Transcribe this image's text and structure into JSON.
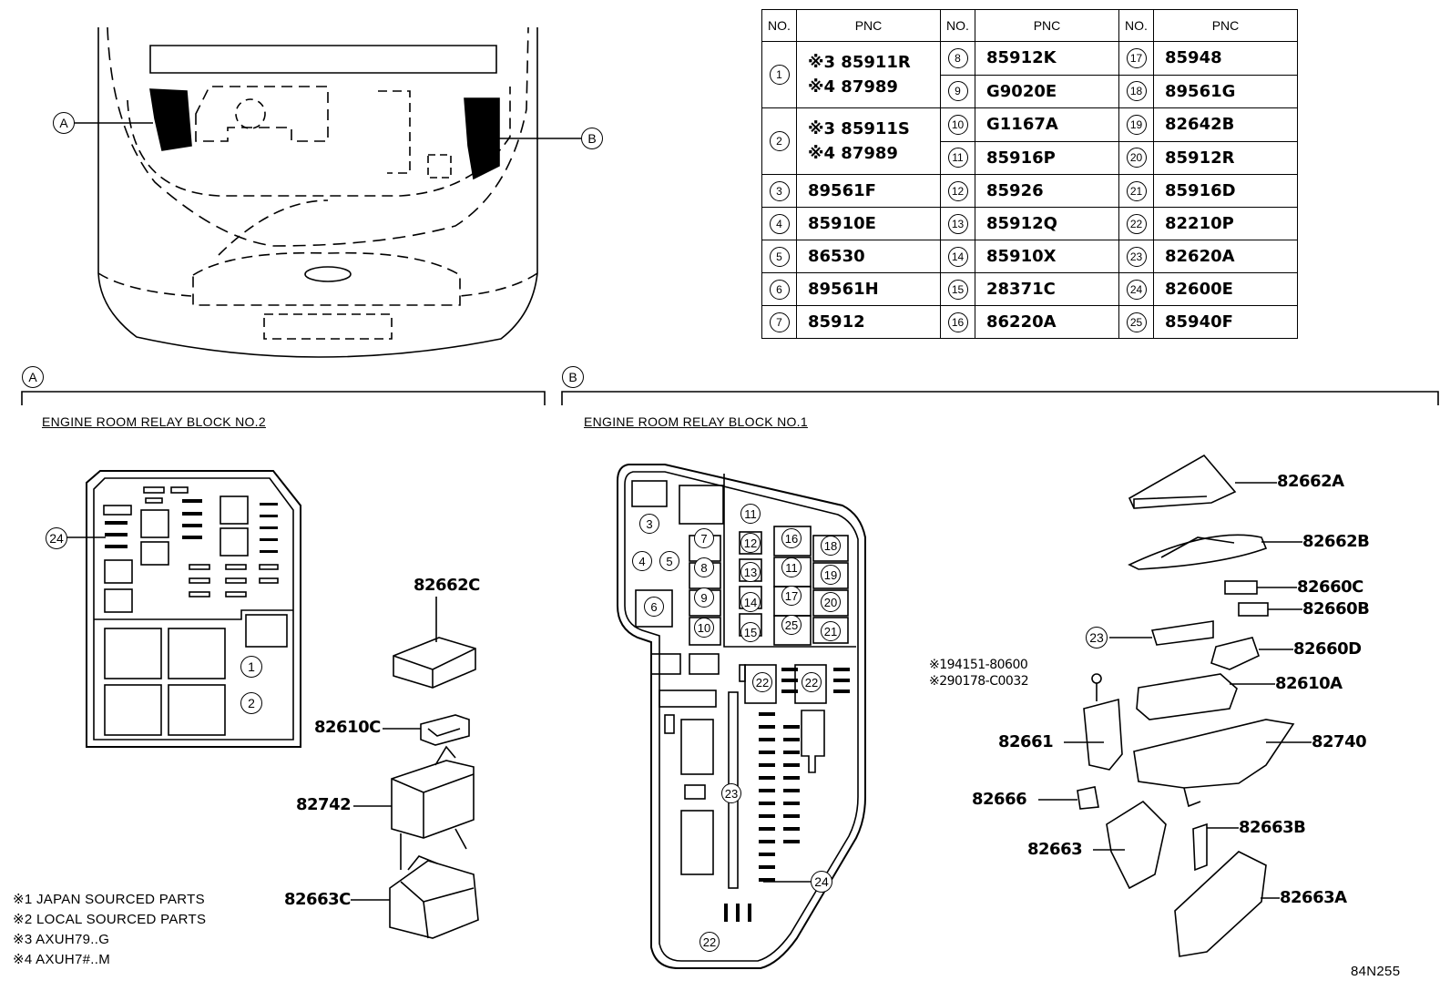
{
  "table": {
    "headers": [
      "NO.",
      "PNC",
      "NO.",
      "PNC",
      "NO.",
      "PNC"
    ],
    "rows": [
      {
        "no": "1",
        "pnc": [
          "※3 85911R",
          "※4 87989"
        ]
      },
      {
        "no": "2",
        "pnc": [
          "※3 85911S",
          "※4 87989"
        ]
      },
      {
        "no": "3",
        "pnc": "89561F"
      },
      {
        "no": "4",
        "pnc": "85910E"
      },
      {
        "no": "5",
        "pnc": "86530"
      },
      {
        "no": "6",
        "pnc": "89561H"
      },
      {
        "no": "7",
        "pnc": "85912"
      },
      {
        "no": "8",
        "pnc": "85912K"
      },
      {
        "no": "9",
        "pnc": "G9020E"
      },
      {
        "no": "10",
        "pnc": "G1167A"
      },
      {
        "no": "11",
        "pnc": "85916P"
      },
      {
        "no": "12",
        "pnc": "85926"
      },
      {
        "no": "13",
        "pnc": "85912Q"
      },
      {
        "no": "14",
        "pnc": "85910X"
      },
      {
        "no": "15",
        "pnc": "28371C"
      },
      {
        "no": "16",
        "pnc": "86220A"
      },
      {
        "no": "17",
        "pnc": "85948"
      },
      {
        "no": "18",
        "pnc": "89561G"
      },
      {
        "no": "19",
        "pnc": "82642B"
      },
      {
        "no": "20",
        "pnc": "85912R"
      },
      {
        "no": "21",
        "pnc": "85916D"
      },
      {
        "no": "22",
        "pnc": "82210P"
      },
      {
        "no": "23",
        "pnc": "82620A"
      },
      {
        "no": "24",
        "pnc": "82600E"
      },
      {
        "no": "25",
        "pnc": "85940F"
      }
    ]
  },
  "overview": {
    "callout_a": "A",
    "callout_b": "B"
  },
  "section_a": {
    "letter": "A",
    "title": "ENGINE ROOM RELAY BLOCK NO.2",
    "parts": [
      "82662C",
      "82610C",
      "82742",
      "82663C"
    ]
  },
  "section_b": {
    "letter": "B",
    "title": "ENGINE ROOM RELAY BLOCK NO.1",
    "parts": [
      "82662A",
      "82662B",
      "82660C",
      "82660B",
      "82660D",
      "82610A",
      "82740",
      "82661",
      "82666",
      "82663B",
      "82663",
      "82663A"
    ],
    "fasteners": [
      "※194151-80600",
      "※290178-C0032"
    ]
  },
  "notes": [
    "※1 JAPAN SOURCED PARTS",
    "※2 LOCAL SOURCED PARTS",
    "※3 AXUH79..G",
    "※4 AXUH7#..M"
  ],
  "illustration_code": "84N255",
  "block_numbers": {
    "a": [
      "24",
      "1",
      "2"
    ],
    "b": [
      "3",
      "4",
      "5",
      "6",
      "7",
      "8",
      "9",
      "10",
      "11",
      "12",
      "13",
      "14",
      "15",
      "16",
      "11",
      "17",
      "25",
      "18",
      "19",
      "20",
      "21",
      "22",
      "22",
      "23",
      "24",
      "22"
    ]
  }
}
